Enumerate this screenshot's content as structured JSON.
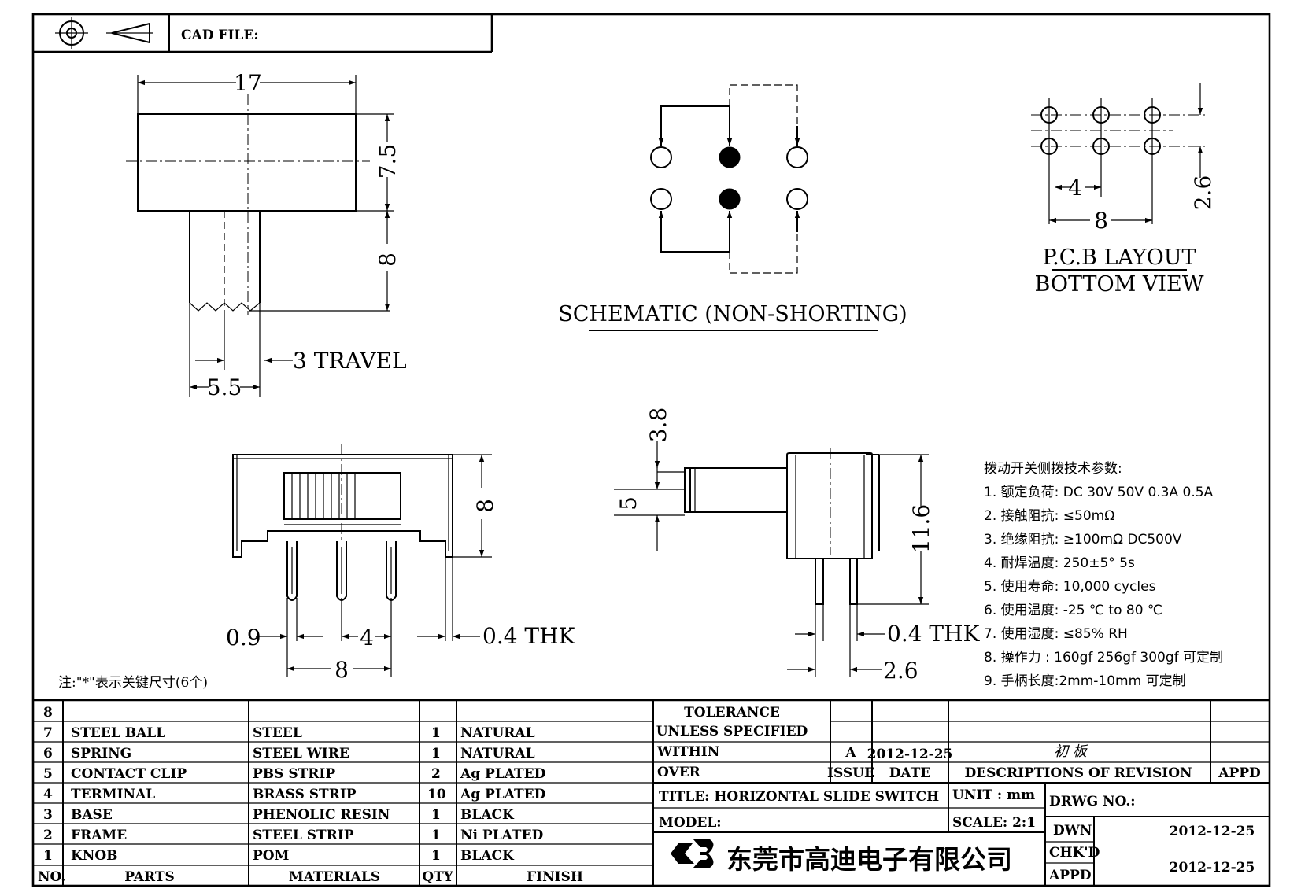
{
  "header": {
    "cad_file_label": "CAD FILE:"
  },
  "top_view": {
    "dim_width": "17",
    "dim_height": "7.5",
    "dim_knob": "8",
    "dim_travel": "3 TRAVEL",
    "dim_knob_width": "5.5"
  },
  "schematic": {
    "title": "SCHEMATIC (NON-SHORTING)"
  },
  "pcb": {
    "title": "P.C.B LAYOUT",
    "subtitle": "BOTTOM VIEW",
    "dim_pitch": "4",
    "dim_span": "8",
    "dim_row": "2.6"
  },
  "front_view": {
    "dim_height": "8",
    "dim_pin": "0.9",
    "dim_pitch": "4",
    "dim_thk": "0.4 THK",
    "dim_span": "8"
  },
  "side_view": {
    "dim_top": "3.8",
    "dim_knob": "5",
    "dim_height": "11.6",
    "dim_thk": "0.4 THK",
    "dim_pin": "2.6"
  },
  "note": "注:\"*\"表示关键尺寸(6个)",
  "specs": {
    "title": "拨动开关侧拨技术参数:",
    "items": [
      "1.  额定负荷: DC 30V     50V     0.3A     0.5A",
      "2.  接触阻抗:  ≤50mΩ",
      "3.  绝缘阻抗:  ≥100mΩ    DC500V",
      "4.  耐焊温度: 250±5°   5s",
      "5.  使用寿命: 10,000 cycles",
      "6.  使用温度: -25  ℃   to 80  ℃",
      "7.  使用湿度:  ≤85% RH",
      "8.  操作力 : 160gf    256gf    300gf  可定制",
      "9.  手柄长度:2mm-10mm   可定制"
    ]
  },
  "bom": {
    "headers": {
      "no": "NO.",
      "parts": "PARTS",
      "materials": "MATERIALS",
      "qty": "QTY",
      "finish": "FINISH"
    },
    "rows": [
      {
        "no": "8",
        "part": "",
        "material": "",
        "qty": "",
        "finish": ""
      },
      {
        "no": "7",
        "part": "STEEL BALL",
        "material": "STEEL",
        "qty": "1",
        "finish": "NATURAL"
      },
      {
        "no": "6",
        "part": "SPRING",
        "material": "STEEL WIRE",
        "qty": "1",
        "finish": "NATURAL"
      },
      {
        "no": "5",
        "part": "CONTACT CLIP",
        "material": "PBS STRIP",
        "qty": "2",
        "finish": "Ag PLATED"
      },
      {
        "no": "4",
        "part": "TERMINAL",
        "material": "BRASS STRIP",
        "qty": "10",
        "finish": "Ag PLATED"
      },
      {
        "no": "3",
        "part": "BASE",
        "material": "PHENOLIC RESIN",
        "qty": "1",
        "finish": "BLACK"
      },
      {
        "no": "2",
        "part": "FRAME",
        "material": "STEEL STRIP",
        "qty": "1",
        "finish": "Ni PLATED"
      },
      {
        "no": "1",
        "part": "KNOB",
        "material": "POM",
        "qty": "1",
        "finish": "BLACK"
      }
    ]
  },
  "title_block": {
    "tolerance_1": "TOLERANCE",
    "tolerance_2": "UNLESS   SPECIFIED",
    "within": "WITHIN",
    "over": "OVER",
    "issue_value": "A",
    "date_value": "2012-12-25",
    "revision_desc": "初 板",
    "issue_label": "ISSUE",
    "date_label": "DATE",
    "desc_label": "DESCRIPTIONS OF REVISION",
    "appd_label": "APPD",
    "title": "TITLE: HORIZONTAL SLIDE SWITCH",
    "unit": "UNIT : mm",
    "drwg_no": "DRWG NO.:",
    "model": "MODEL:",
    "scale": "SCALE: 2:1",
    "dwn": "DWN",
    "dwn_date": "2012-12-25",
    "chkd": "CHK'D",
    "appd": "APPD",
    "appd_date": "2012-12-25",
    "company": "东莞市高迪电子有限公司"
  }
}
